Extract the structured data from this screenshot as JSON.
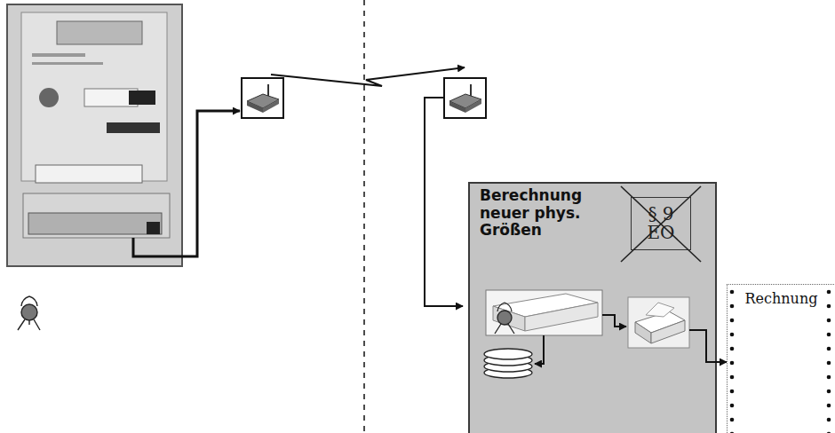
{
  "diagram": {
    "nodes": [
      {
        "text": [
          "Berechnung neuer phys. Größen"
        ]
      },
      {
        "text": [
          "§ 9 EO"
        ],
        "in": 0
      },
      {
        "text": [
          "Rechnung"
        ]
      }
    ],
    "edges": [
      {
        "from": 0,
        "to": 2,
        "arrow": "to"
      }
    ]
  }
}
